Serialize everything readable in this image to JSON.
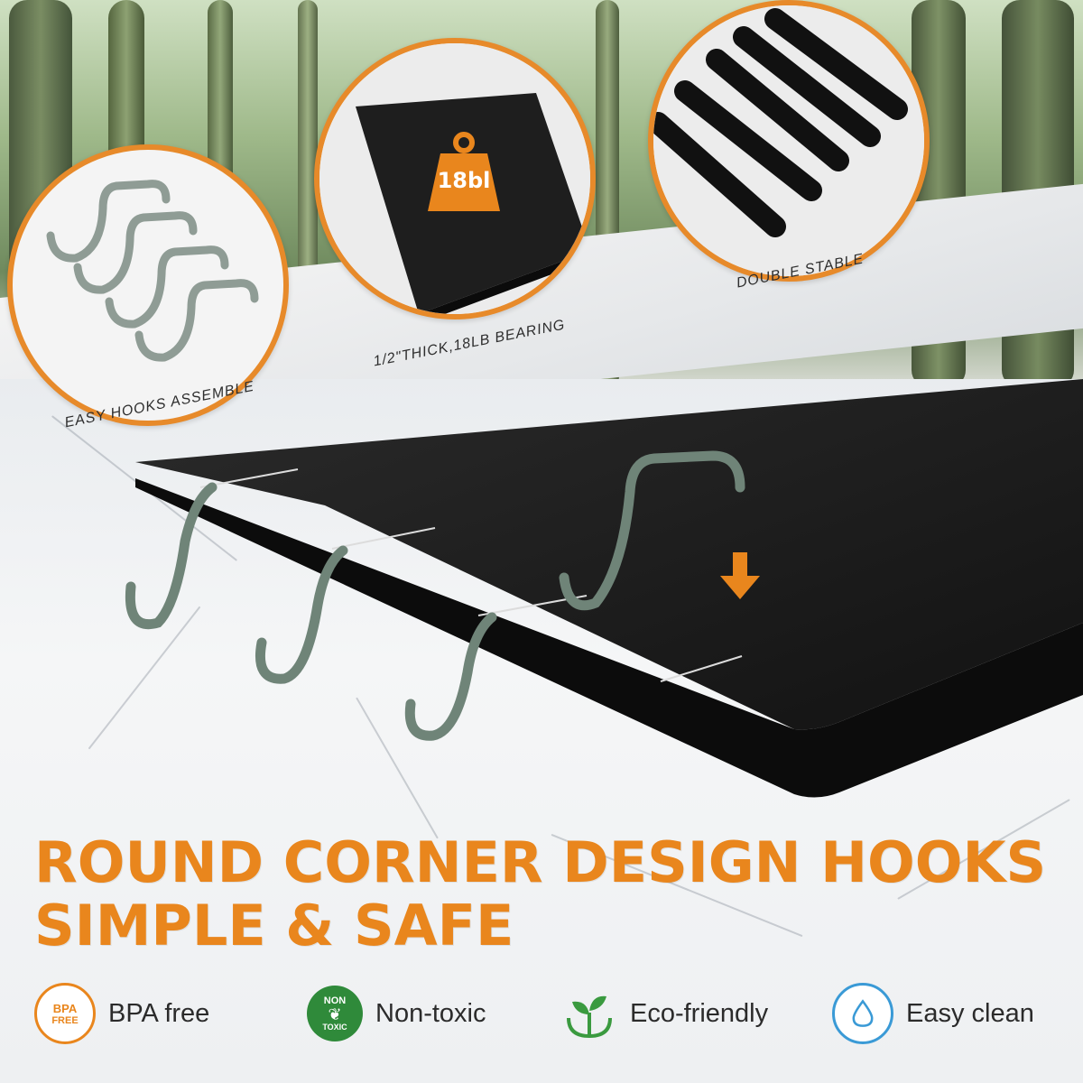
{
  "circles": {
    "hooks": {
      "label": "EASY HOOKS ASSEMBLE",
      "icon": "hook-icon"
    },
    "board": {
      "label": "1/2\"THICK,18LB BEARING",
      "weight_label": "18bl",
      "icon": "weight-icon"
    },
    "legs": {
      "label": "DOUBLE STABLE",
      "icon": "support-bar-icon"
    }
  },
  "headline": {
    "line1": "ROUND CORNER DESIGN HOOKS",
    "line2": "SIMPLE & SAFE"
  },
  "features": [
    {
      "icon": "bpa-free-icon",
      "badge_top": "BPA",
      "badge_bottom": "FREE",
      "label": "BPA free"
    },
    {
      "icon": "non-toxic-icon",
      "badge_top": "NON",
      "badge_bottom": "TOXIC",
      "label": "Non-toxic"
    },
    {
      "icon": "leaf-icon",
      "label": "Eco-friendly"
    },
    {
      "icon": "water-drop-icon",
      "label": "Easy clean"
    }
  ],
  "colors": {
    "accent": "#e9861d",
    "board": "#1c1c1c",
    "hook": "#6f8478",
    "non_toxic_green": "#2f8a3a",
    "eco_green": "#3a9a3f",
    "clean_blue": "#3a9ad6"
  }
}
